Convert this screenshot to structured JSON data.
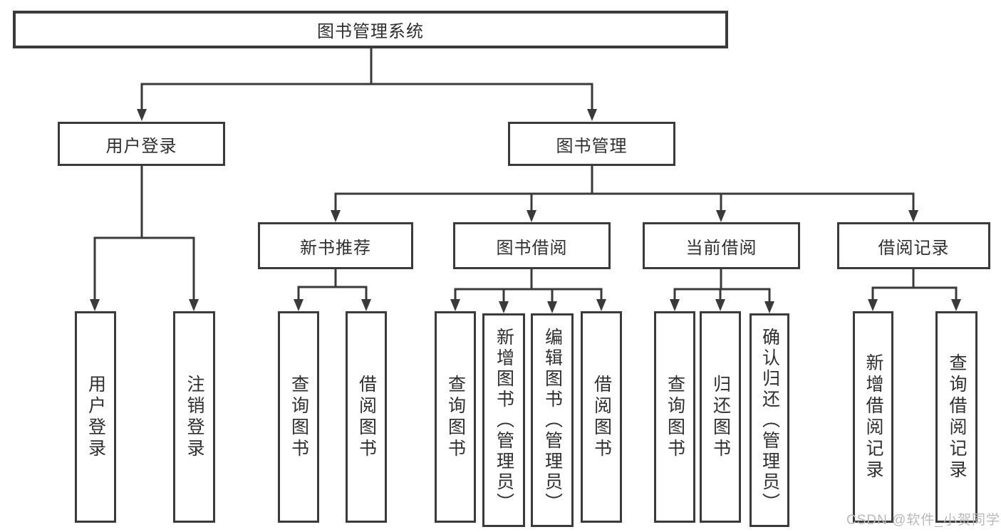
{
  "diagram": {
    "type": "hierarchy-tree",
    "tree": {
      "root": {
        "label": "图书管理系统",
        "children": [
          {
            "label": "用户登录",
            "children": [
              {
                "label": "用户登录"
              },
              {
                "label": "注销登录"
              }
            ]
          },
          {
            "label": "图书管理",
            "children": [
              {
                "label": "新书推荐",
                "children": [
                  {
                    "label": "查询图书"
                  },
                  {
                    "label": "借阅图书"
                  }
                ]
              },
              {
                "label": "图书借阅",
                "children": [
                  {
                    "label": "查询图书"
                  },
                  {
                    "label": "新增图书（管理员）"
                  },
                  {
                    "label": "编辑图书（管理员）"
                  },
                  {
                    "label": "借阅图书"
                  }
                ]
              },
              {
                "label": "当前借阅",
                "children": [
                  {
                    "label": "查询图书"
                  },
                  {
                    "label": "归还图书"
                  },
                  {
                    "label": "确认归还（管理员）"
                  }
                ]
              },
              {
                "label": "借阅记录",
                "children": [
                  {
                    "label": "新增借阅记录"
                  },
                  {
                    "label": "查询借阅记录"
                  }
                ]
              }
            ]
          }
        ]
      }
    },
    "colors": {
      "line": "#3a3a3a",
      "box_border": "#3a3a3a",
      "text": "#2f2f2f",
      "background": "#ffffff",
      "watermark": "#b9b9b9"
    }
  },
  "watermark": {
    "text": "CSDN @软件_小贺同学"
  }
}
